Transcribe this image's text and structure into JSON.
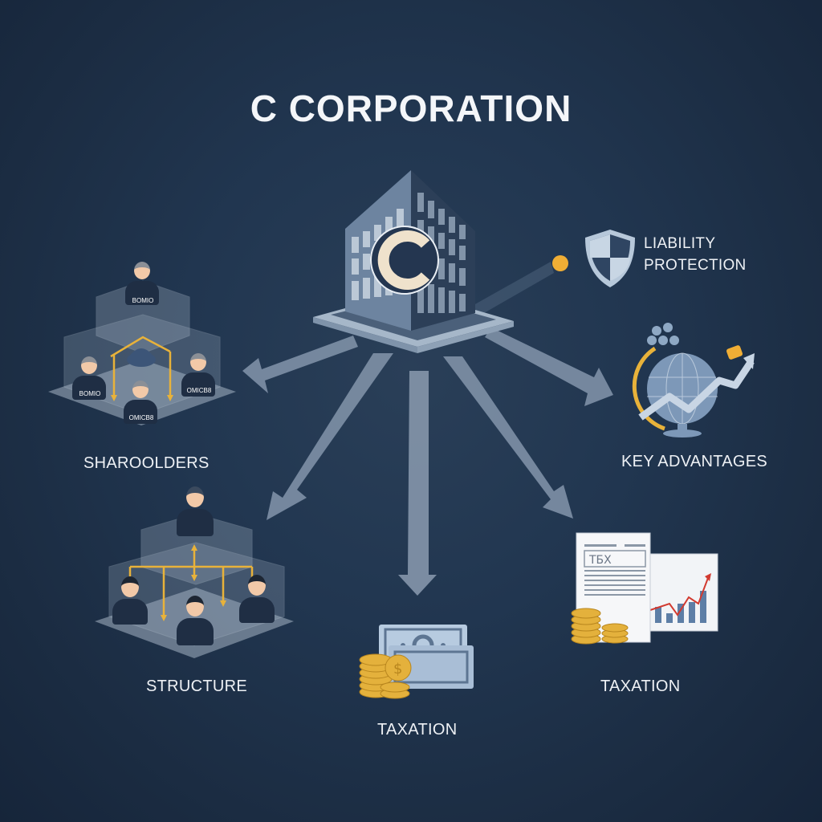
{
  "title": "C CORPORATION",
  "center": {
    "icon": "building-icon",
    "logo_letter": "C"
  },
  "nodes": [
    {
      "id": "liability",
      "label_line1": "LIABILITY",
      "label_line2": "PROTECTION",
      "icon": "shield-icon"
    },
    {
      "id": "shareholders",
      "label": "SHAROOLDERS",
      "icon": "org-pyramid-icon",
      "badges": [
        "BOMIO",
        "BOMIO",
        "OMICB8",
        "OMICB8"
      ]
    },
    {
      "id": "key-advantages",
      "label": "KEY ADVANTAGES",
      "icon": "globe-growth-icon"
    },
    {
      "id": "structure",
      "label": "STRUCTURE",
      "icon": "hierarchy-icon"
    },
    {
      "id": "taxation-center",
      "label": "TAXATION",
      "icon": "money-coins-icon"
    },
    {
      "id": "taxation-right",
      "label": "TAXATION",
      "icon": "tax-form-chart-icon",
      "form_text": "TБX"
    }
  ],
  "colors": {
    "background": "#1f3350",
    "arrow": "#8a9bb0",
    "accent_gold": "#e8b23a",
    "text": "#eef1f5"
  }
}
